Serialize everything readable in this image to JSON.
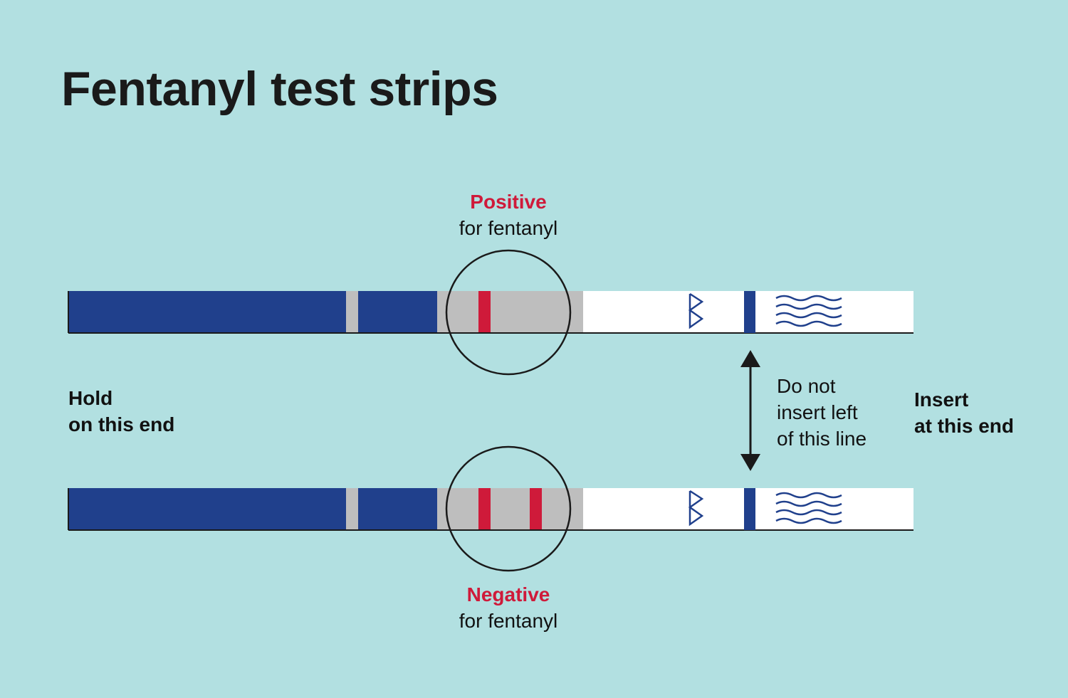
{
  "title": "Fentanyl test strips",
  "positive": {
    "heading": "Positive",
    "subtext": "for fentanyl"
  },
  "negative": {
    "heading": "Negative",
    "subtext": "for fentanyl"
  },
  "hold_label": {
    "line1": "Hold",
    "line2": "on this end"
  },
  "insert_label": {
    "line1": "Insert",
    "line2": "at this end"
  },
  "line_warning": {
    "line1": "Do not",
    "line2": "insert left",
    "line3": "of this line"
  },
  "colors": {
    "background": "#b2e0e1",
    "strip_blue": "#20408c",
    "strip_gray": "#bebebe",
    "result_red": "#cf1a3a",
    "strip_white": "#ffffff",
    "outline": "#1a1a1a"
  },
  "strips": [
    {
      "name": "positive-strip",
      "red_bands": 1
    },
    {
      "name": "negative-strip",
      "red_bands": 2
    }
  ]
}
